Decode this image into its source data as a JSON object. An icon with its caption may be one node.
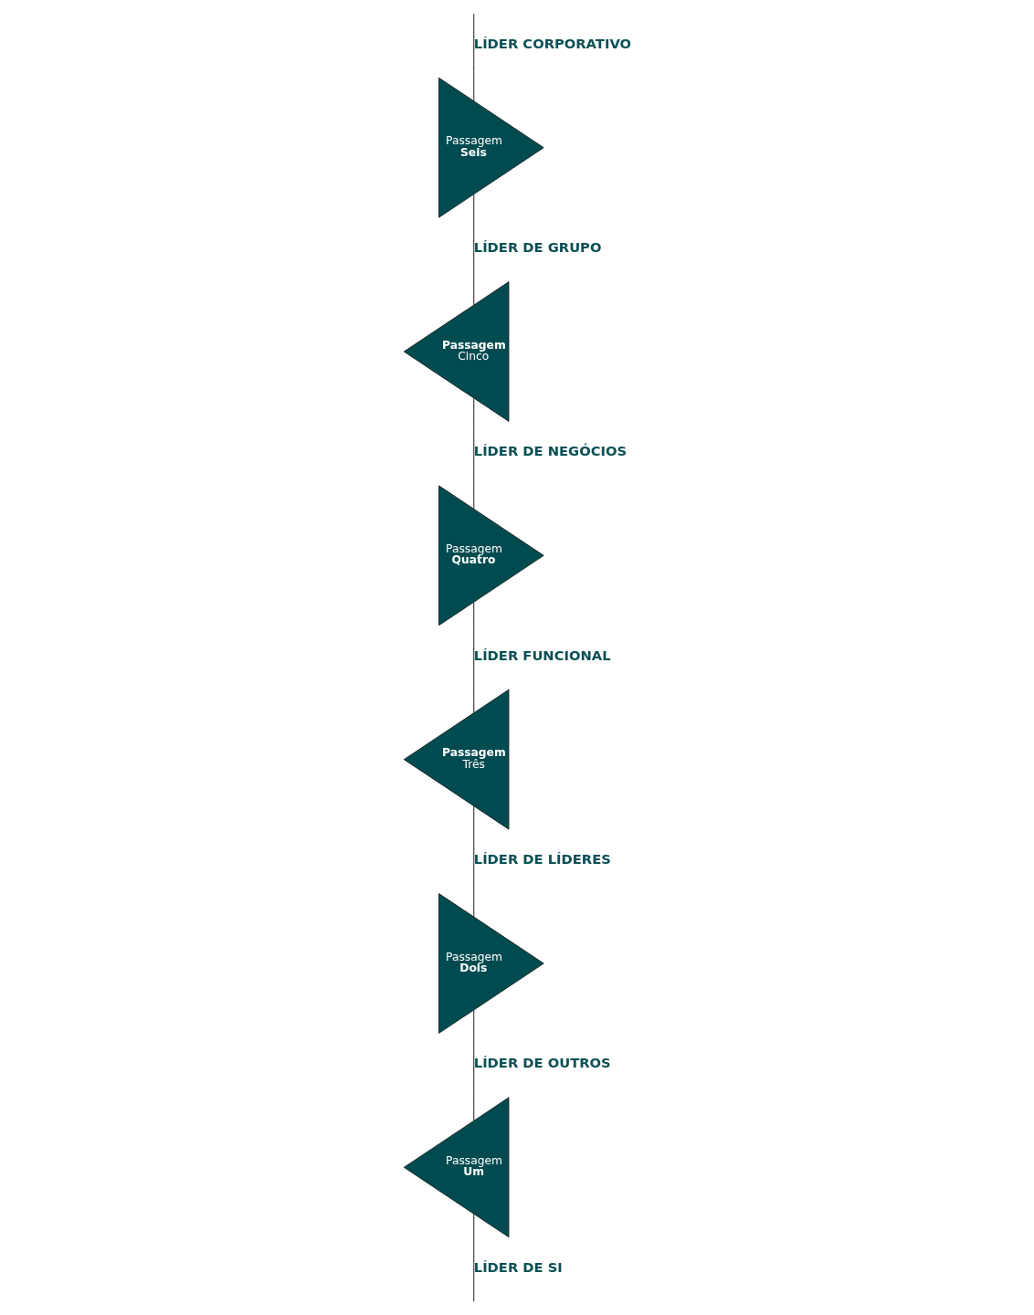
{
  "diagram": {
    "nodes": [
      {
        "text": [
          "Passagem",
          "**Seis**"
        ]
      },
      {
        "text": [
          "**Passagem**",
          "Cinco"
        ]
      },
      {
        "text": [
          "Passagem",
          "**Quatro**"
        ]
      },
      {
        "text": [
          "**Passagem**",
          "Três"
        ]
      },
      {
        "text": [
          "Passagem",
          "**Dois**"
        ]
      },
      {
        "text": [
          "Passagem",
          "**Um**"
        ]
      }
    ],
    "edges": [
      {
        "from": null,
        "to": 5,
        "arrow": "none",
        "label": "LÍDER DE SI"
      },
      {
        "from": 5,
        "to": 4,
        "arrow": "none",
        "label": "LÍDER DE OUTROS"
      },
      {
        "from": 4,
        "to": 3,
        "arrow": "none",
        "label": "LÍDER DE LÍDERES"
      },
      {
        "from": 3,
        "to": 2,
        "arrow": "none",
        "label": "LÍDER FUNCIONAL"
      },
      {
        "from": 2,
        "to": 1,
        "arrow": "none",
        "label": "LÍDER DE NEGÓCIOS"
      },
      {
        "from": 1,
        "to": 0,
        "arrow": "none",
        "label": "LÍDER DE GRUPO"
      },
      {
        "from": 0,
        "to": null,
        "arrow": "none",
        "label": "LÍDER CORPORATIVO"
      }
    ]
  }
}
